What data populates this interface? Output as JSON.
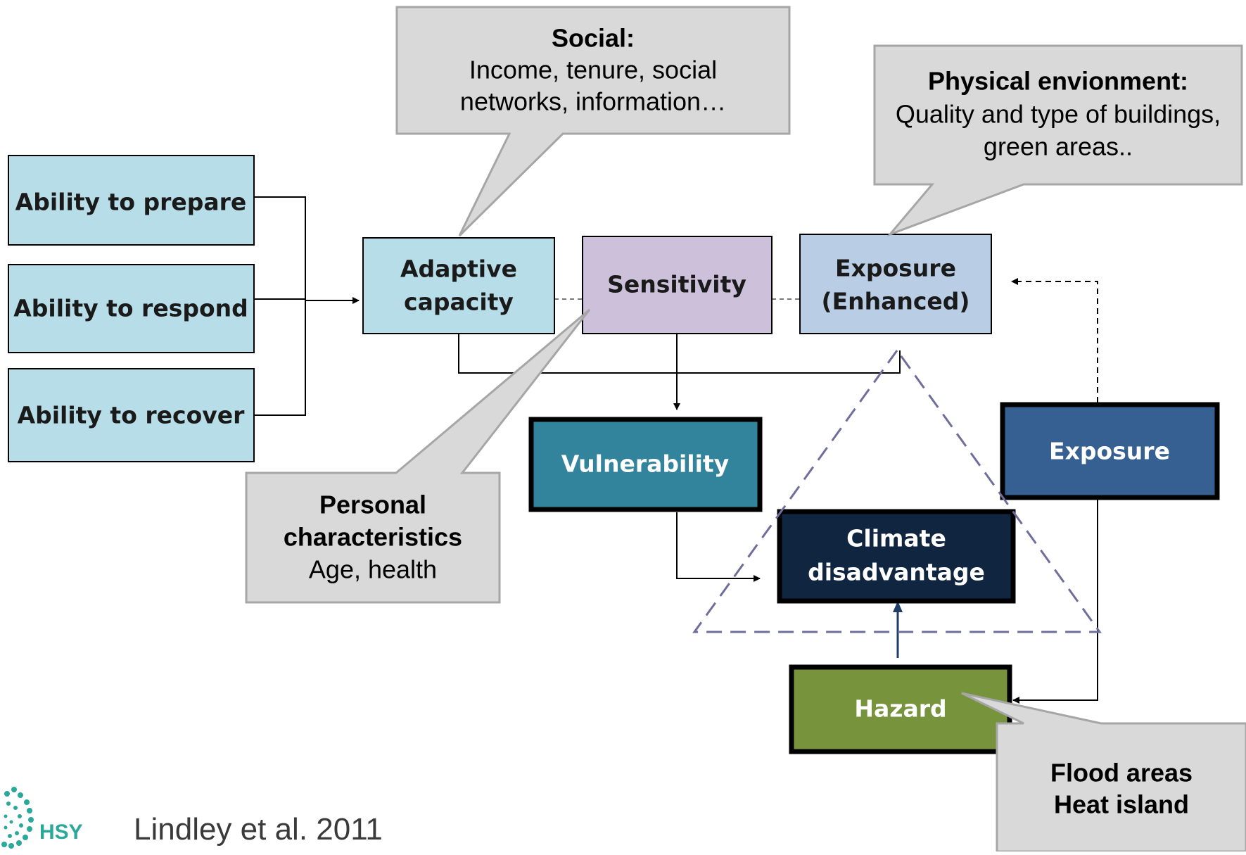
{
  "boxes": {
    "ability_prepare": "Ability to prepare",
    "ability_respond": "Ability to respond",
    "ability_recover": "Ability to recover",
    "adaptive_capacity": [
      "Adaptive",
      "capacity"
    ],
    "sensitivity": "Sensitivity",
    "exposure_enhanced": [
      "Exposure",
      "(Enhanced)"
    ],
    "vulnerability": "Vulnerability",
    "exposure": "Exposure",
    "climate_disadvantage": [
      "Climate",
      "disadvantage"
    ],
    "hazard": "Hazard"
  },
  "callouts": {
    "social": {
      "title": "Social:",
      "lines": [
        "Income, tenure, social",
        "networks, information…"
      ]
    },
    "physical": {
      "title": "Physical envionment:",
      "lines": [
        "Quality and type of buildings,",
        "green areas.."
      ]
    },
    "personal": {
      "title_lines": [
        "Personal",
        "characteristics"
      ],
      "lines": [
        "Age, health"
      ]
    },
    "flood": {
      "title_lines": [
        "Flood areas",
        "Heat island"
      ]
    }
  },
  "citation": "Lindley et al. 2011",
  "logo": {
    "text": "HSY"
  },
  "colors": {
    "light_blue": "#b7dee8",
    "lavender": "#ccc0da",
    "steel_light": "#b9cde5",
    "teal": "#31849b",
    "navy_blue": "#376092",
    "dark_navy": "#10253f",
    "olive_green": "#77933c",
    "callout_gray": "#d9d9d9",
    "dashed_triangle": "#6e6e9c"
  }
}
